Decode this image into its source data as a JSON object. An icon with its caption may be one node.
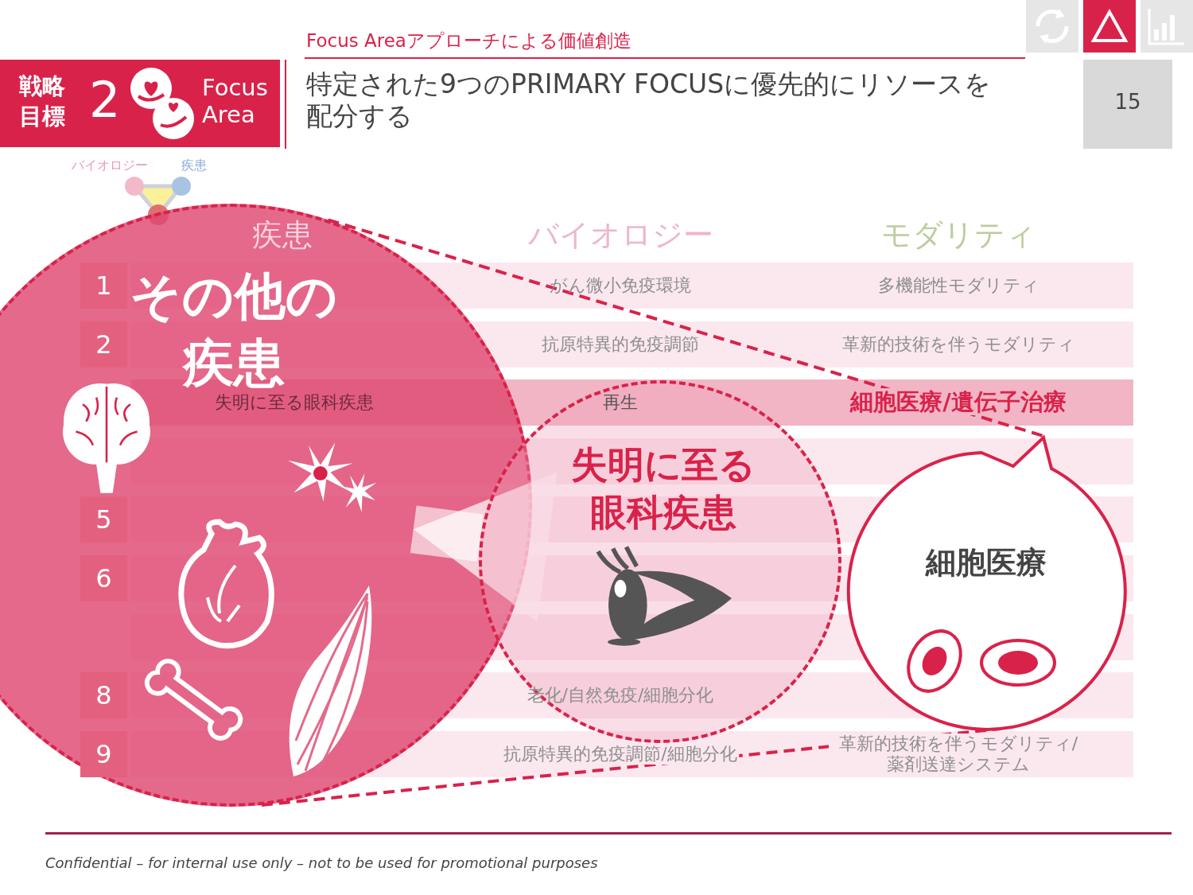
{
  "diagram": {
    "title": "特定された9つのPRIMARY FOCUSに優先的にリソースを配分する",
    "nodes": [
      {
        "text": [
          "戦略目標",
          "2",
          "Focus Area"
        ]
      },
      {
        "text": [
          "15"
        ]
      },
      {
        "text": [
          "その他の疾患"
        ]
      },
      {
        "text": [
          "失明に至る眼科疾患"
        ]
      },
      {
        "text": [
          "細胞医療"
        ]
      }
    ],
    "edges": [
      {
        "from": 3,
        "to": 2,
        "arrow": "to",
        "style": "thick",
        "color": "#ffffff"
      },
      {
        "from": 2,
        "to": 4,
        "arrow": "none",
        "style": "dashed"
      },
      {
        "from": 2,
        "to": 4,
        "arrow": "none",
        "style": "dashed"
      }
    ],
    "labels": [
      "Focus Areaアプローチによる価値創造",
      "バイオロジー",
      "疾患",
      "疾患",
      "バイオロジー",
      "モダリティ",
      "1",
      "がん微小免疫環境",
      "多機能性モダリティ",
      "2",
      "抗原特異的免疫調節",
      "革新的技術を伴うモダリティ",
      "失明に至る眼科疾患",
      "再生",
      "細胞医療/遺伝子治療",
      "5",
      "6",
      "8",
      "老化/自然免疫/細胞分化",
      "9",
      "抗原特異的免疫調節/細胞分化",
      "革新的技術を伴うモダリティ/薬剤送達システム",
      "Confidential – for internal use only – not to be used for promotional purposes"
    ]
  }
}
